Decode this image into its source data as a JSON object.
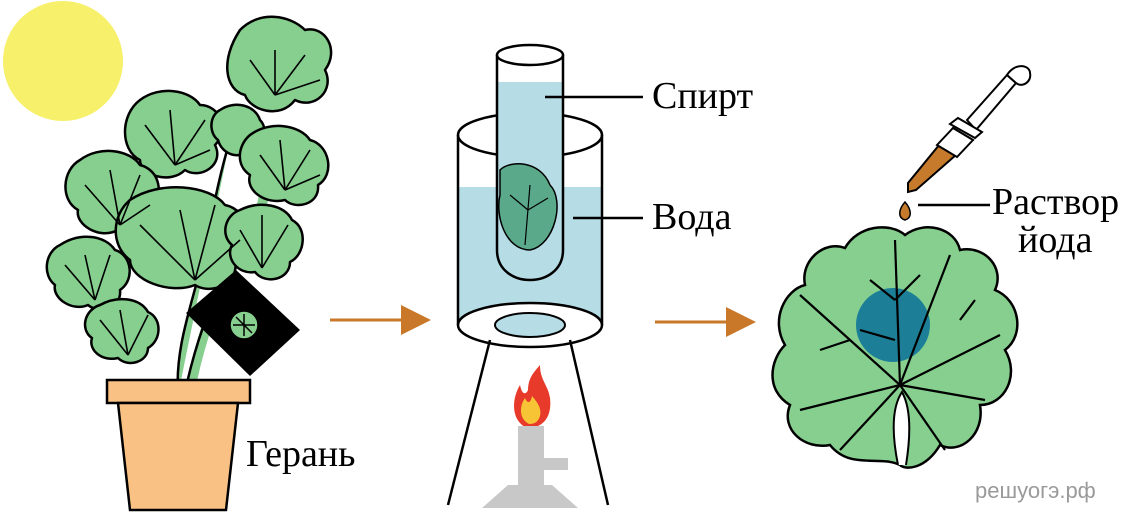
{
  "labels": {
    "plant": "Герань",
    "alcohol": "Спирт",
    "water": "Вода",
    "iodine_line1": "Раствор",
    "iodine_line2": "йода"
  },
  "watermark": "решуогэ.рф",
  "colors": {
    "sun": "#f7f06a",
    "leaf": "#86cf8e",
    "leaf_dark": "#5aa98a",
    "pot": "#f9c183",
    "water": "#b6dce6",
    "arrow": "#c9782a",
    "iodine": "#c57a2c",
    "stain": "#1c7f97",
    "burner": "#c8c8c8"
  },
  "icons": [
    "sun",
    "geranium-plant",
    "flower-pot",
    "black-cover-square",
    "beaker",
    "test-tube",
    "alcohol-burner",
    "flame",
    "pipette",
    "iodine-drop",
    "leaf",
    "process-arrow"
  ]
}
